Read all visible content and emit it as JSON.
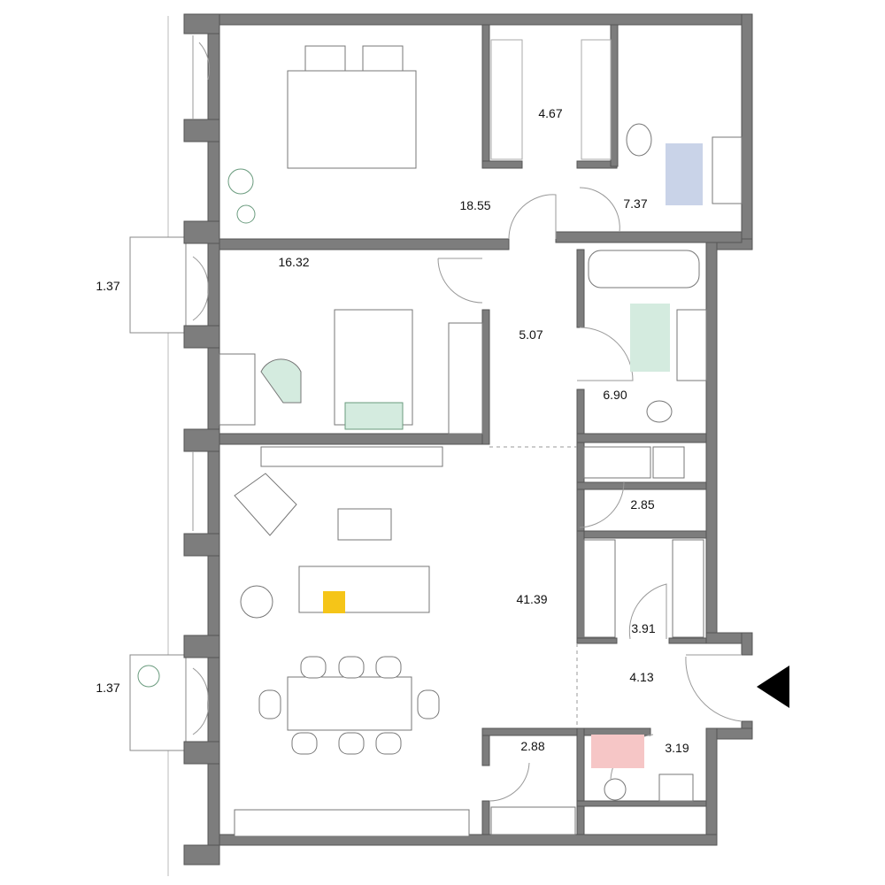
{
  "plan": {
    "rooms": [
      {
        "id": "bedroom-1",
        "area": "18.55"
      },
      {
        "id": "wardrobe-1",
        "area": "4.67"
      },
      {
        "id": "bathroom-1",
        "area": "7.37"
      },
      {
        "id": "bedroom-2",
        "area": "16.32"
      },
      {
        "id": "corridor",
        "area": "5.07"
      },
      {
        "id": "bathroom-2",
        "area": "6.90"
      },
      {
        "id": "balcony-1",
        "area": "1.37"
      },
      {
        "id": "utility",
        "area": "2.85"
      },
      {
        "id": "living-kitchen",
        "area": "41.39"
      },
      {
        "id": "wardrobe-2",
        "area": "3.91"
      },
      {
        "id": "hall",
        "area": "4.13"
      },
      {
        "id": "balcony-2",
        "area": "1.37"
      },
      {
        "id": "storage",
        "area": "2.88"
      },
      {
        "id": "wc",
        "area": "3.19"
      }
    ],
    "colors": {
      "wall": "#7d7d7d",
      "accent_green": "#d4ebdf",
      "accent_pink": "#f6c6c6",
      "accent_yellow": "#f5c518",
      "rug_blue": "#c9d3e8",
      "entrance": "#000000"
    }
  }
}
